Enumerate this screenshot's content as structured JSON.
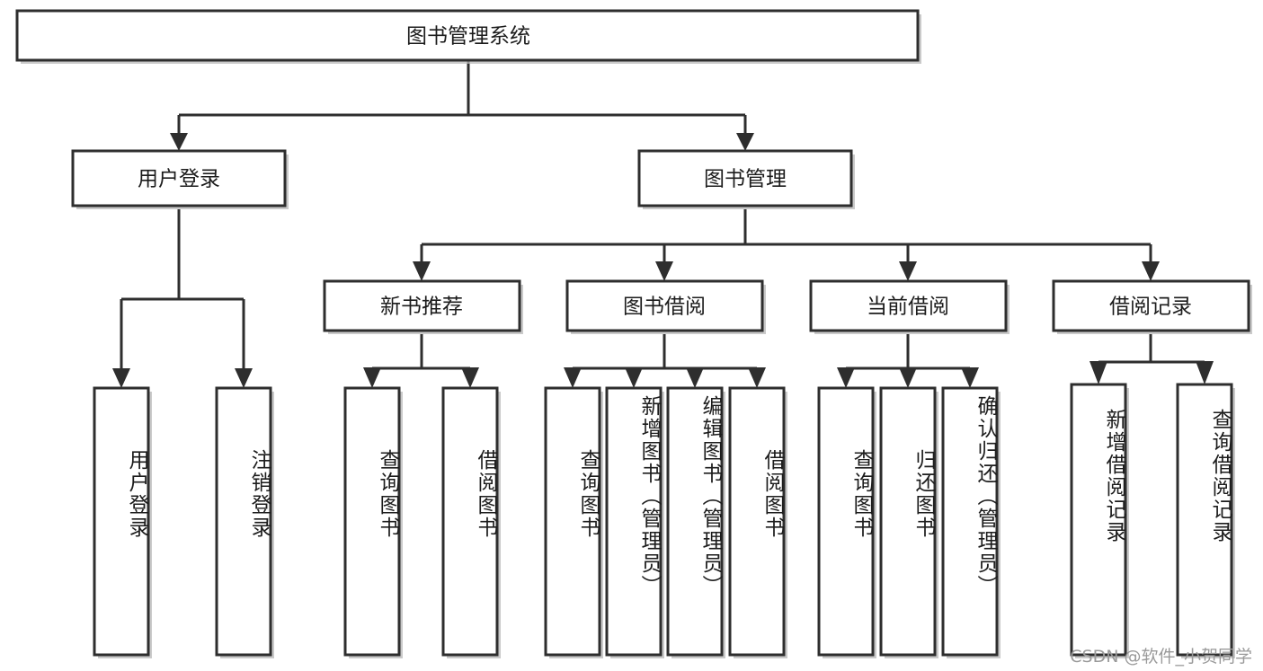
{
  "diagram": {
    "title": "图书管理系统",
    "type": "tree",
    "orientation": "top-down",
    "colors": {
      "box_fill": "#ffffff",
      "box_stroke": "#2e2e2e",
      "connector": "#2e2e2e",
      "text": "#1c1c1c",
      "watermark": "#9a9a9a",
      "background": "#ffffff"
    },
    "root": {
      "label": "图书管理系统",
      "orientation": "horizontal"
    },
    "level2": [
      {
        "label": "用户登录",
        "orientation": "horizontal"
      },
      {
        "label": "图书管理",
        "orientation": "horizontal"
      }
    ],
    "level3": [
      {
        "label": "新书推荐",
        "orientation": "horizontal",
        "parent": "图书管理"
      },
      {
        "label": "图书借阅",
        "orientation": "horizontal",
        "parent": "图书管理"
      },
      {
        "label": "当前借阅",
        "orientation": "horizontal",
        "parent": "图书管理"
      },
      {
        "label": "借阅记录",
        "orientation": "horizontal",
        "parent": "图书管理"
      }
    ],
    "leaves": {
      "user_login": [
        {
          "label": "用户登录",
          "orientation": "vertical"
        },
        {
          "label": "注销登录",
          "orientation": "vertical"
        }
      ],
      "new_book_recommend": [
        {
          "label": "查询图书",
          "orientation": "vertical"
        },
        {
          "label": "借阅图书",
          "orientation": "vertical"
        }
      ],
      "book_borrow": [
        {
          "label": "查询图书",
          "orientation": "vertical"
        },
        {
          "label": "新增图书（管理员）",
          "orientation": "vertical"
        },
        {
          "label": "编辑图书（管理员）",
          "orientation": "vertical"
        },
        {
          "label": "借阅图书",
          "orientation": "vertical"
        }
      ],
      "current_borrow": [
        {
          "label": "查询图书",
          "orientation": "vertical"
        },
        {
          "label": "归还图书",
          "orientation": "vertical"
        },
        {
          "label": "确认归还（管理员）",
          "orientation": "vertical"
        }
      ],
      "borrow_record": [
        {
          "label": "新增借阅记录",
          "orientation": "vertical"
        },
        {
          "label": "查询借阅记录",
          "orientation": "vertical"
        }
      ]
    }
  },
  "watermark": {
    "text": "CSDN @软件_小贺同学"
  }
}
